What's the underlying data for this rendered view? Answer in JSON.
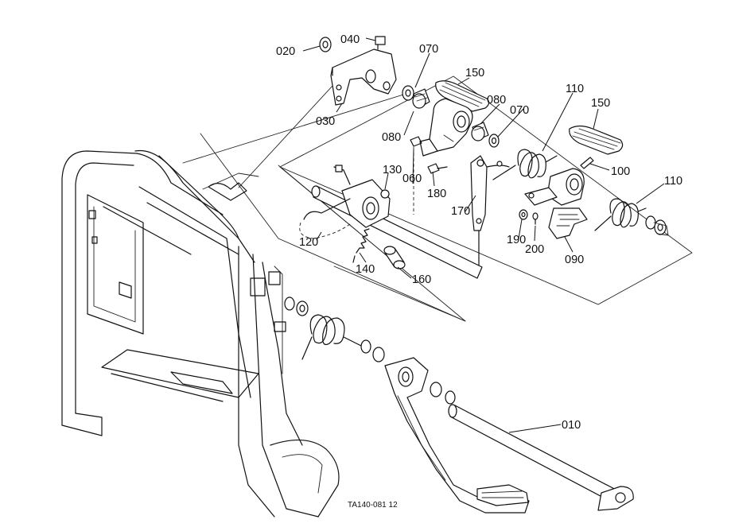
{
  "labels": {
    "p010": "010",
    "p020": "020",
    "p030": "030",
    "p040": "040",
    "p060": "060",
    "p070a": "070",
    "p070b": "070",
    "p080a": "080",
    "p080b": "080",
    "p090": "090",
    "p100": "100",
    "p110a": "110",
    "p110b": "110",
    "p120": "120",
    "p130": "130",
    "p140": "140",
    "p150a": "150",
    "p150b": "150",
    "p160": "160",
    "p170": "170",
    "p180": "180",
    "p190": "190",
    "p200": "200"
  },
  "drawing_code": "TA140-081 12",
  "colors": {
    "line": "#111111",
    "background": "#ffffff",
    "shade": "#bdbdbd"
  }
}
